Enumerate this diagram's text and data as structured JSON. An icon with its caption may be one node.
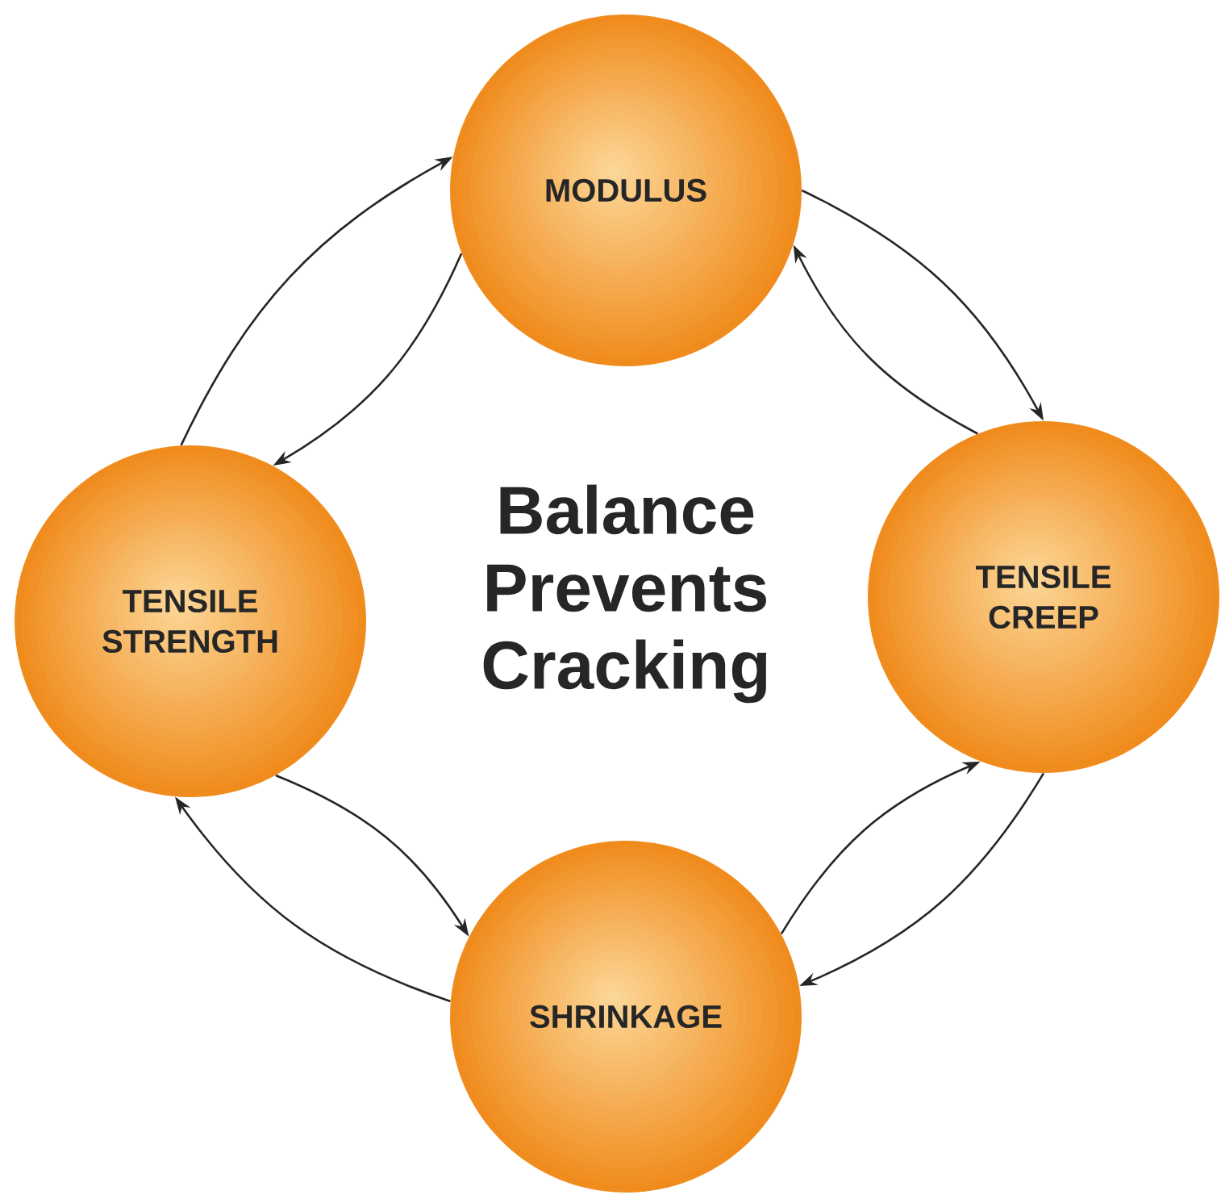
{
  "diagram": {
    "title": "Balance Prevents Cracking",
    "nodes": [
      {
        "text": [
          "MODULUS"
        ]
      },
      {
        "text": [
          "TENSILE CREEP"
        ]
      },
      {
        "text": [
          "SHRINKAGE"
        ]
      },
      {
        "text": [
          "TENSILE STRENGTH"
        ]
      }
    ],
    "edges": [
      {
        "from": 0,
        "to": 1,
        "arrow": "to"
      },
      {
        "from": 1,
        "to": 0,
        "arrow": "to"
      },
      {
        "from": 1,
        "to": 2,
        "arrow": "to"
      },
      {
        "from": 2,
        "to": 1,
        "arrow": "to"
      },
      {
        "from": 2,
        "to": 3,
        "arrow": "to"
      },
      {
        "from": 3,
        "to": 2,
        "arrow": "to"
      },
      {
        "from": 3,
        "to": 0,
        "arrow": "to"
      },
      {
        "from": 0,
        "to": 3,
        "arrow": "to"
      }
    ]
  }
}
